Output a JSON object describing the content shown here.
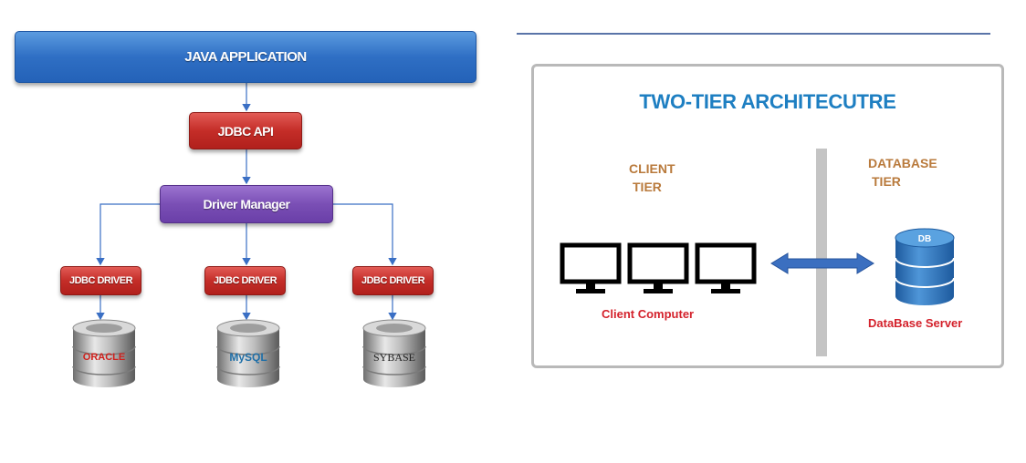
{
  "left_diagram": {
    "java_application": "JAVA APPLICATION",
    "jdbc_api": "JDBC API",
    "driver_manager": "Driver Manager",
    "jdbc_drivers": [
      "JDBC DRIVER",
      "JDBC DRIVER",
      "JDBC DRIVER"
    ],
    "databases": [
      "ORACLE",
      "MySQL",
      "SYBASE"
    ]
  },
  "right_diagram": {
    "title": "TWO-TIER ARCHITECUTRE",
    "client_tier": "CLIENT TIER",
    "database_tier": "DATABASE TIER",
    "client_label": "Client Computer",
    "server_label": "DataBase Server",
    "db_icon_text": "DB"
  },
  "colors": {
    "blue_box": "#2f6fc4",
    "red_box": "#c42d28",
    "purple_box": "#7a4fb5",
    "title_blue": "#1e7fc2",
    "tier_brown": "#b97a3c",
    "label_red": "#d4222c",
    "db_blue": "#2a6fb5"
  }
}
